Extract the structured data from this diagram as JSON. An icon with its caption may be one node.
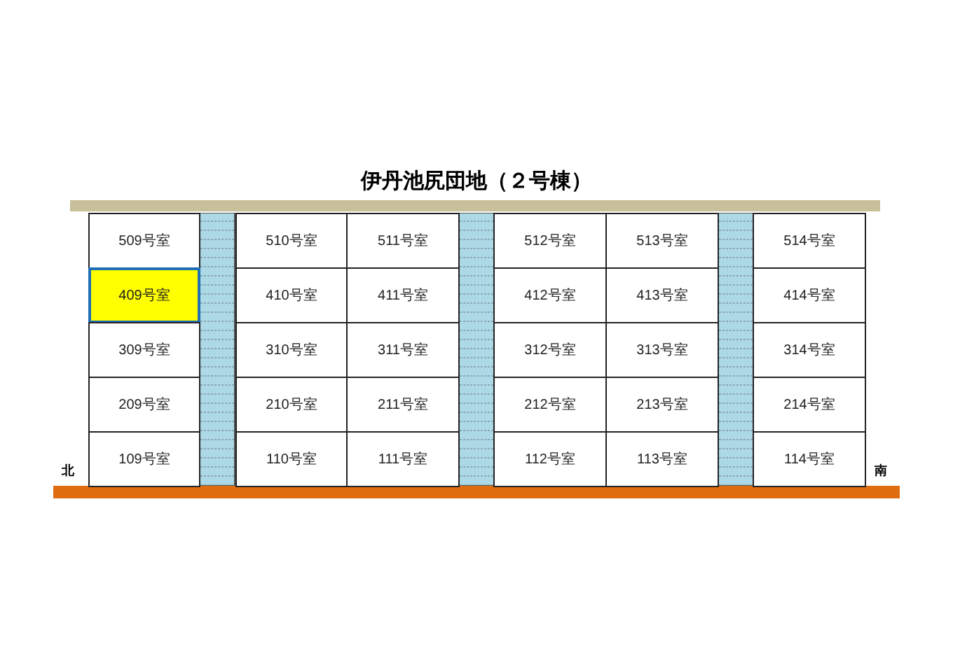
{
  "diagram": {
    "title": "伊丹池尻団地（２号棟）",
    "nodes": [
      {
        "text": [
          "509号室"
        ]
      },
      {
        "text": [
          "510号室"
        ]
      },
      {
        "text": [
          "511号室"
        ]
      },
      {
        "text": [
          "512号室"
        ]
      },
      {
        "text": [
          "513号室"
        ]
      },
      {
        "text": [
          "514号室"
        ]
      },
      {
        "text": [
          "409号室"
        ]
      },
      {
        "text": [
          "410号室"
        ]
      },
      {
        "text": [
          "411号室"
        ]
      },
      {
        "text": [
          "412号室"
        ]
      },
      {
        "text": [
          "413号室"
        ]
      },
      {
        "text": [
          "414号室"
        ]
      },
      {
        "text": [
          "309号室"
        ]
      },
      {
        "text": [
          "310号室"
        ]
      },
      {
        "text": [
          "311号室"
        ]
      },
      {
        "text": [
          "312号室"
        ]
      },
      {
        "text": [
          "313号室"
        ]
      },
      {
        "text": [
          "314号室"
        ]
      },
      {
        "text": [
          "209号室"
        ]
      },
      {
        "text": [
          "210号室"
        ]
      },
      {
        "text": [
          "211号室"
        ]
      },
      {
        "text": [
          "212号室"
        ]
      },
      {
        "text": [
          "213号室"
        ]
      },
      {
        "text": [
          "214号室"
        ]
      },
      {
        "text": [
          "109号室"
        ]
      },
      {
        "text": [
          "110号室"
        ]
      },
      {
        "text": [
          "111号室"
        ]
      },
      {
        "text": [
          "112号室"
        ]
      },
      {
        "text": [
          "113号室"
        ]
      },
      {
        "text": [
          "114号室"
        ]
      }
    ],
    "labels": [
      "北",
      "南"
    ]
  }
}
